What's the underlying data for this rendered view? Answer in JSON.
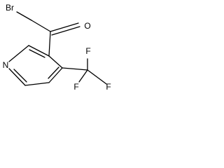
{
  "molecule": {
    "atoms": {
      "br": "Br",
      "o": "O",
      "n": "N",
      "f_top": "F",
      "f_left": "F",
      "f_right": "F"
    }
  },
  "colors": {
    "ink": "#000000",
    "background": "#ffffff"
  }
}
